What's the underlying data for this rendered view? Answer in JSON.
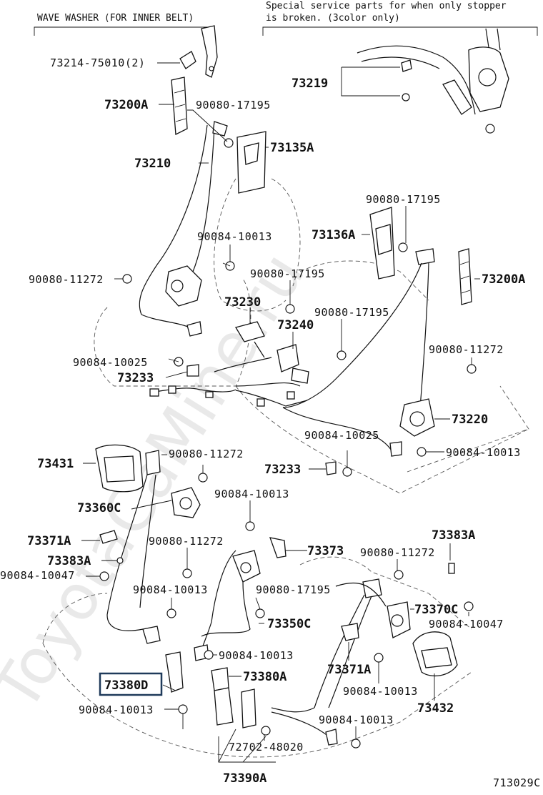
{
  "headers": {
    "left": "WAVE WASHER (FOR INNER BELT)",
    "right_line1": "Special service parts for when only stopper",
    "right_line2": "is broken. (3color only)"
  },
  "watermark": "ToyotaCaMine.ru",
  "figure_number": "713029C",
  "highlight_color": "#1f3a5a",
  "labels": {
    "p73214": "73214-75010(2)",
    "p73200A_left": "73200A",
    "p90080_17195_a": "90080-17195",
    "p73135A": "73135A",
    "p73210": "73210",
    "p73219": "73219",
    "p90080_17195_b": "90080-17195",
    "p73136A": "73136A",
    "p90084_10013_a": "90084-10013",
    "p73200A_right": "73200A",
    "p90080_11272_a": "90080-11272",
    "p90080_17195_c": "90080-17195",
    "p73230": "73230",
    "p90080_17195_d": "90080-17195",
    "p73240": "73240",
    "p90084_10025_a": "90084-10025",
    "p90080_11272_b": "90080-11272",
    "p73233_a": "73233",
    "p73220": "73220",
    "p90084_10025_b": "90084-10025",
    "p73431": "73431",
    "p90080_11272_c": "90080-11272",
    "p90084_10013_b": "90084-10013",
    "p73233_b": "73233",
    "p73360C": "73360C",
    "p90084_10013_c": "90084-10013",
    "p73371A_a": "73371A",
    "p90080_11272_d": "90080-11272",
    "p73373": "73373",
    "p73383A_a": "73383A",
    "p90080_11272_e": "90080-11272",
    "p73383A_b": "73383A",
    "p90084_10047_a": "90084-10047",
    "p90084_10013_d": "90084-10013",
    "p90080_17195_e": "90080-17195",
    "p73370C": "73370C",
    "p73350C": "73350C",
    "p90084_10047_b": "90084-10047",
    "p90084_10013_e": "90084-10013",
    "p73371A_b": "73371A",
    "p73380D": "73380D",
    "p73380A": "73380A",
    "p90084_10013_f": "90084-10013",
    "p73432": "73432",
    "p90084_10013_g": "90084-10013",
    "p90084_10013_h": "90084-10013",
    "p72702": "72702-48020",
    "p73390A": "73390A"
  }
}
